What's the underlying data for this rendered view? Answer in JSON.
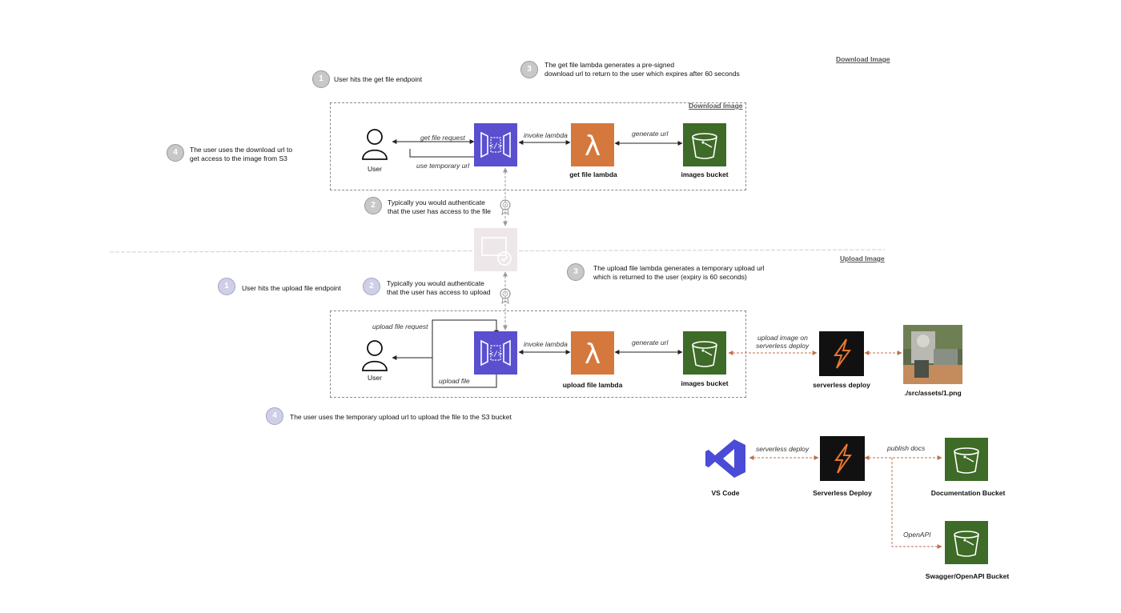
{
  "colors": {
    "api_gateway": "#5a4fcf",
    "lambda": "#d5783d",
    "s3": "#3e6b27",
    "serverless": "#111111",
    "serverless_bolt": "#e8772e",
    "vscode": "#4a4bd6",
    "step_badge": "#c8c8c8",
    "orange_link": "#c0704a"
  },
  "download": {
    "section_link": "Download Image",
    "box_title": "Download Image",
    "steps": [
      {
        "num": "1",
        "text": "User hits the get file endpoint"
      },
      {
        "num": "2",
        "text_line1": "Typically you would authenticate",
        "text_line2": "that the user has access to the file"
      },
      {
        "num": "3",
        "text_line1": "The get file lambda generates a pre-signed",
        "text_line2": "download url to return to the user which expires after 60 seconds"
      },
      {
        "num": "4",
        "text_line1": "The user uses the download url to",
        "text_line2": "get access to the image from S3"
      }
    ],
    "user_label": "User",
    "edge_request": "get file request",
    "edge_response": "use temporary url",
    "edge_invoke": "invoke lambda",
    "edge_generate": "generate url",
    "lambda_label": "get file lambda",
    "bucket_label": "images bucket"
  },
  "upload": {
    "section_link": "Upload Image",
    "steps": [
      {
        "num": "1",
        "text": "User hits the upload file endpoint"
      },
      {
        "num": "2",
        "text_line1": "Typically you would authenticate",
        "text_line2": "that the user has access to upload"
      },
      {
        "num": "3",
        "text_line1": "The upload file lambda generates a temporary upload url",
        "text_line2": "which is returned to the user (expiry is 60 seconds)"
      },
      {
        "num": "4",
        "text": "The user uses the temporary upload url to upload the file to the S3 bucket"
      }
    ],
    "user_label": "User",
    "edge_request": "upload file request",
    "edge_response": "upload file",
    "edge_invoke": "invoke lambda",
    "edge_generate": "generate url",
    "lambda_label": "upload file lambda",
    "bucket_label": "images bucket",
    "edge_upload_line1": "upload image on",
    "edge_upload_line2": "serverless deploy",
    "serverless_label": "serverless deploy",
    "asset_label": "./src/assets/1.png"
  },
  "deploy": {
    "vscode_label": "VS Code",
    "edge_deploy": "serverless deploy",
    "serverless_label": "Serverless Deploy",
    "edge_publish": "publish docs",
    "docs_bucket_label": "Documentation Bucket",
    "edge_openapi": "OpenAPI",
    "swagger_bucket_label": "Swagger/OpenAPI Bucket"
  },
  "icons": [
    "user-icon",
    "api-gateway-icon",
    "lambda-icon",
    "s3-bucket-icon",
    "serverless-icon",
    "vscode-icon",
    "certificate-icon",
    "authorizer-icon",
    "photo-thumbnail"
  ]
}
